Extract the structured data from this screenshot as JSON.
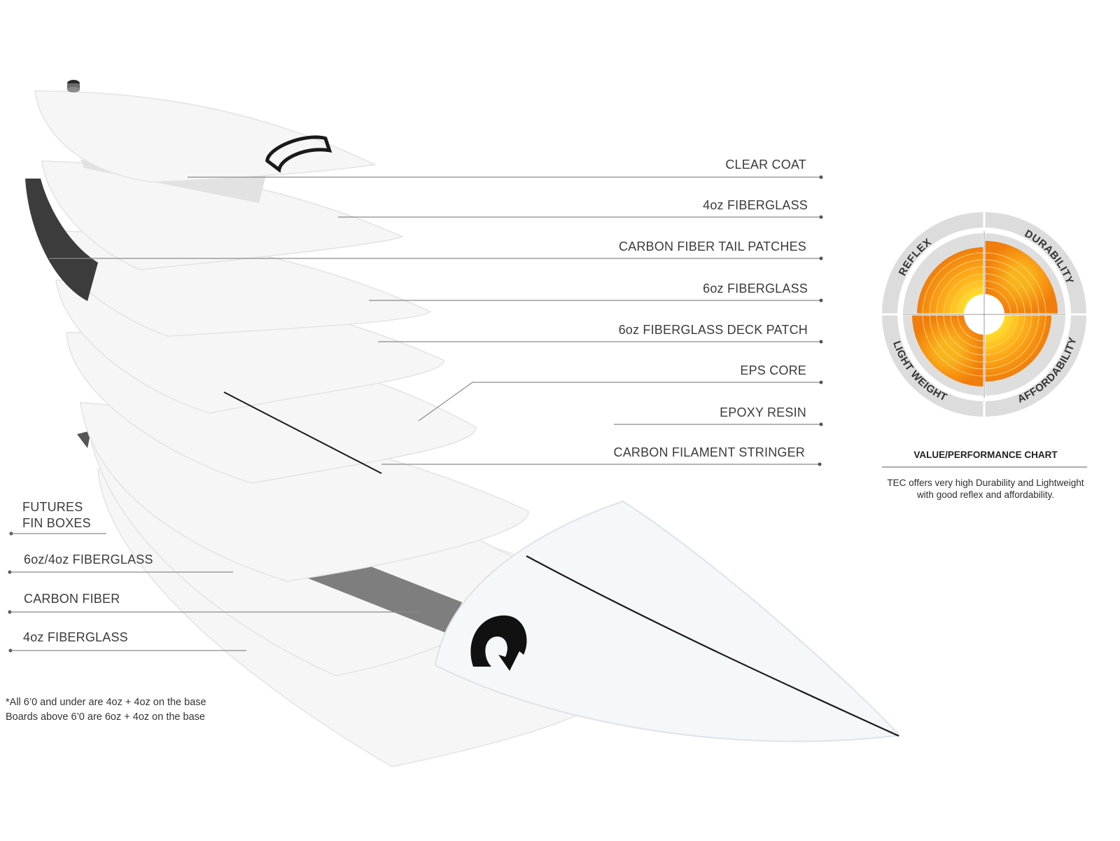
{
  "deck_layers": [
    "CLEAR COAT",
    "4oz FIBERGLASS",
    "CARBON FIBER TAIL PATCHES",
    "6oz FIBERGLASS",
    "6oz FIBERGLASS DECK PATCH",
    "EPS CORE",
    "EPOXY RESIN",
    "CARBON FILAMENT STRINGER"
  ],
  "bottom_layers": {
    "fin_boxes_line1": "FUTURES",
    "fin_boxes_line2": "FIN BOXES",
    "glass_6_4": "6oz/4oz FIBERGLASS",
    "carbon": "CARBON FIBER",
    "glass_4": "4oz FIBERGLASS"
  },
  "footnote": {
    "line1": "*All 6’0 and under are 4oz + 4oz on the base",
    "line2": "Boards above 6’0 are 6oz + 4oz on the base"
  },
  "performance_chart": {
    "title": "VALUE/PERFORMANCE CHART",
    "desc_line1": "TEC offers very high Durability and Lightweight",
    "desc_line2": "with good reflex and affordability.",
    "axes": [
      "REFLEX",
      "DURABILITY",
      "AFFORDABILITY",
      "LIGHT WEIGHT"
    ]
  },
  "colors": {
    "orange": "#f28c0f",
    "yellow": "#ffd21a",
    "ring_gray": "#dcdcdc",
    "board_outline": "#1a1a1a"
  },
  "icons": {
    "brand_logo": "torq-logo-icon",
    "leash_plug": "leash-plug-icon"
  }
}
